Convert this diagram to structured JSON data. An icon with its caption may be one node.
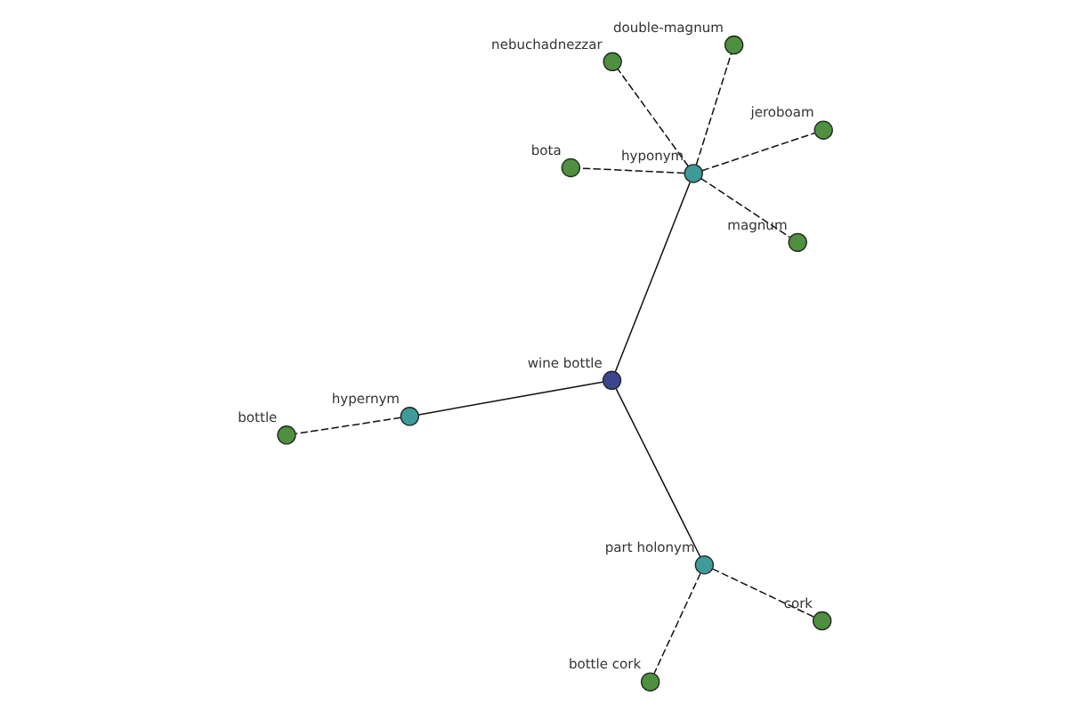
{
  "diagram": {
    "nodes": [
      {
        "text": [
          "wine bottle"
        ]
      },
      {
        "text": [
          "hyponym"
        ]
      },
      {
        "text": [
          "magnum"
        ]
      },
      {
        "text": [
          "double-magnum"
        ]
      },
      {
        "text": [
          "jeroboam"
        ]
      },
      {
        "text": [
          "nebuchadnezzar"
        ]
      },
      {
        "text": [
          "bota"
        ]
      },
      {
        "text": [
          "part holonym"
        ]
      },
      {
        "text": [
          "bottle cork"
        ]
      },
      {
        "text": [
          "cork"
        ]
      },
      {
        "text": [
          "hypernym"
        ]
      },
      {
        "text": [
          "bottle"
        ]
      }
    ],
    "edges": [
      {
        "from": 0,
        "to": 1,
        "arrow": "none"
      },
      {
        "from": 1,
        "to": 2,
        "arrow": "none",
        "style": "dashed"
      },
      {
        "from": 1,
        "to": 3,
        "arrow": "none",
        "style": "dashed"
      },
      {
        "from": 1,
        "to": 4,
        "arrow": "none",
        "style": "dashed"
      },
      {
        "from": 1,
        "to": 5,
        "arrow": "none",
        "style": "dashed"
      },
      {
        "from": 1,
        "to": 6,
        "arrow": "none",
        "style": "dashed"
      },
      {
        "from": 0,
        "to": 7,
        "arrow": "none"
      },
      {
        "from": 7,
        "to": 8,
        "arrow": "none",
        "style": "dashed"
      },
      {
        "from": 7,
        "to": 9,
        "arrow": "none",
        "style": "dashed"
      },
      {
        "from": 0,
        "to": 10,
        "arrow": "none"
      },
      {
        "from": 10,
        "to": 11,
        "arrow": "none",
        "style": "dashed"
      }
    ]
  }
}
